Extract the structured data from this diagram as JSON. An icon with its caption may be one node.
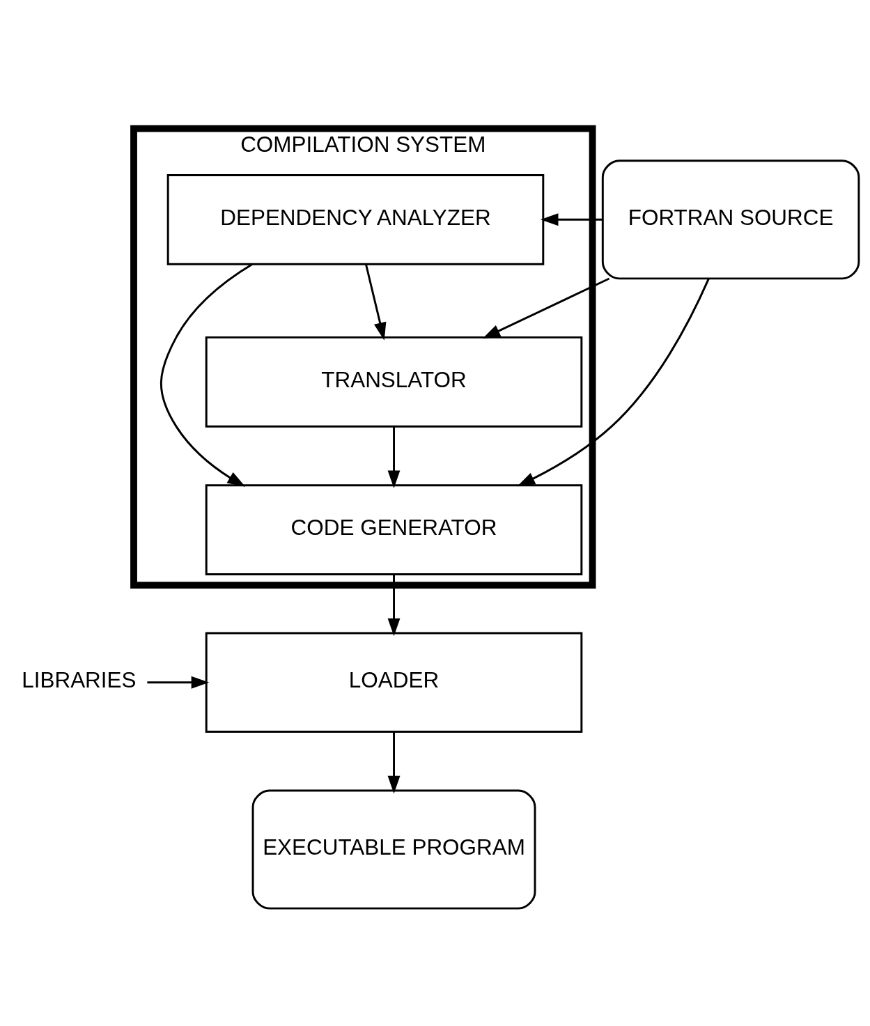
{
  "diagram": {
    "nodes": [
      {
        "text": [
          "FORTRAN SOURCE"
        ]
      },
      {
        "text": [
          "COMPILATION SYSTEM"
        ]
      },
      {
        "text": [
          "DEPENDENCY ANALYZER"
        ],
        "in": 1
      },
      {
        "text": [
          "TRANSLATOR"
        ],
        "in": 1
      },
      {
        "text": [
          "CODE GENERATOR"
        ],
        "in": 1
      },
      {
        "text": [
          "LOADER"
        ]
      },
      {
        "text": [
          "LIBRARIES"
        ]
      },
      {
        "text": [
          "EXECUTABLE PROGRAM"
        ]
      }
    ],
    "edges": [
      {
        "from": 0,
        "to": 2,
        "arrow": "to"
      },
      {
        "from": 0,
        "to": 3,
        "arrow": "to"
      },
      {
        "from": 0,
        "to": 4,
        "arrow": "to"
      },
      {
        "from": 2,
        "to": 3,
        "arrow": "to"
      },
      {
        "from": 3,
        "to": 4,
        "arrow": "to"
      },
      {
        "from": 2,
        "to": 4,
        "arrow": "to"
      },
      {
        "from": 4,
        "to": 5,
        "arrow": "to"
      },
      {
        "from": 6,
        "to": 5,
        "arrow": "to"
      },
      {
        "from": 5,
        "to": 7,
        "arrow": "to"
      }
    ]
  }
}
